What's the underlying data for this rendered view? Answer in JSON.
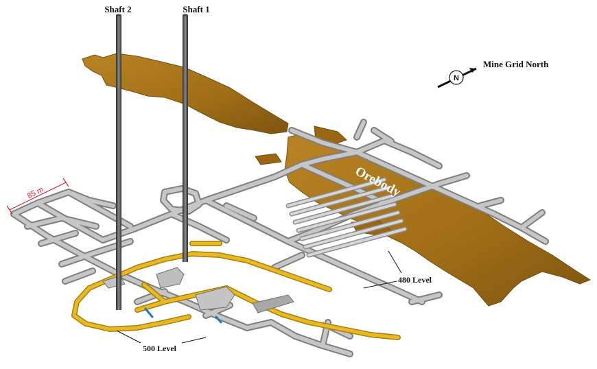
{
  "labels": {
    "shaft2": "Shaft 2",
    "shaft1": "Shaft 1",
    "north": "Mine Grid North",
    "north_symbol": "N",
    "orebody": "Orebody",
    "scale": "85 m",
    "level480": "480 Level",
    "level500": "500 Level"
  },
  "colors": {
    "orebody": "#a9761b",
    "orebody_dark": "#7d5510",
    "drift": "#b9b9b9",
    "drift_dark": "#7e7e7e",
    "level500": "#e3b21f",
    "shaft": "#555555",
    "scale_bar": "#d9202a"
  }
}
